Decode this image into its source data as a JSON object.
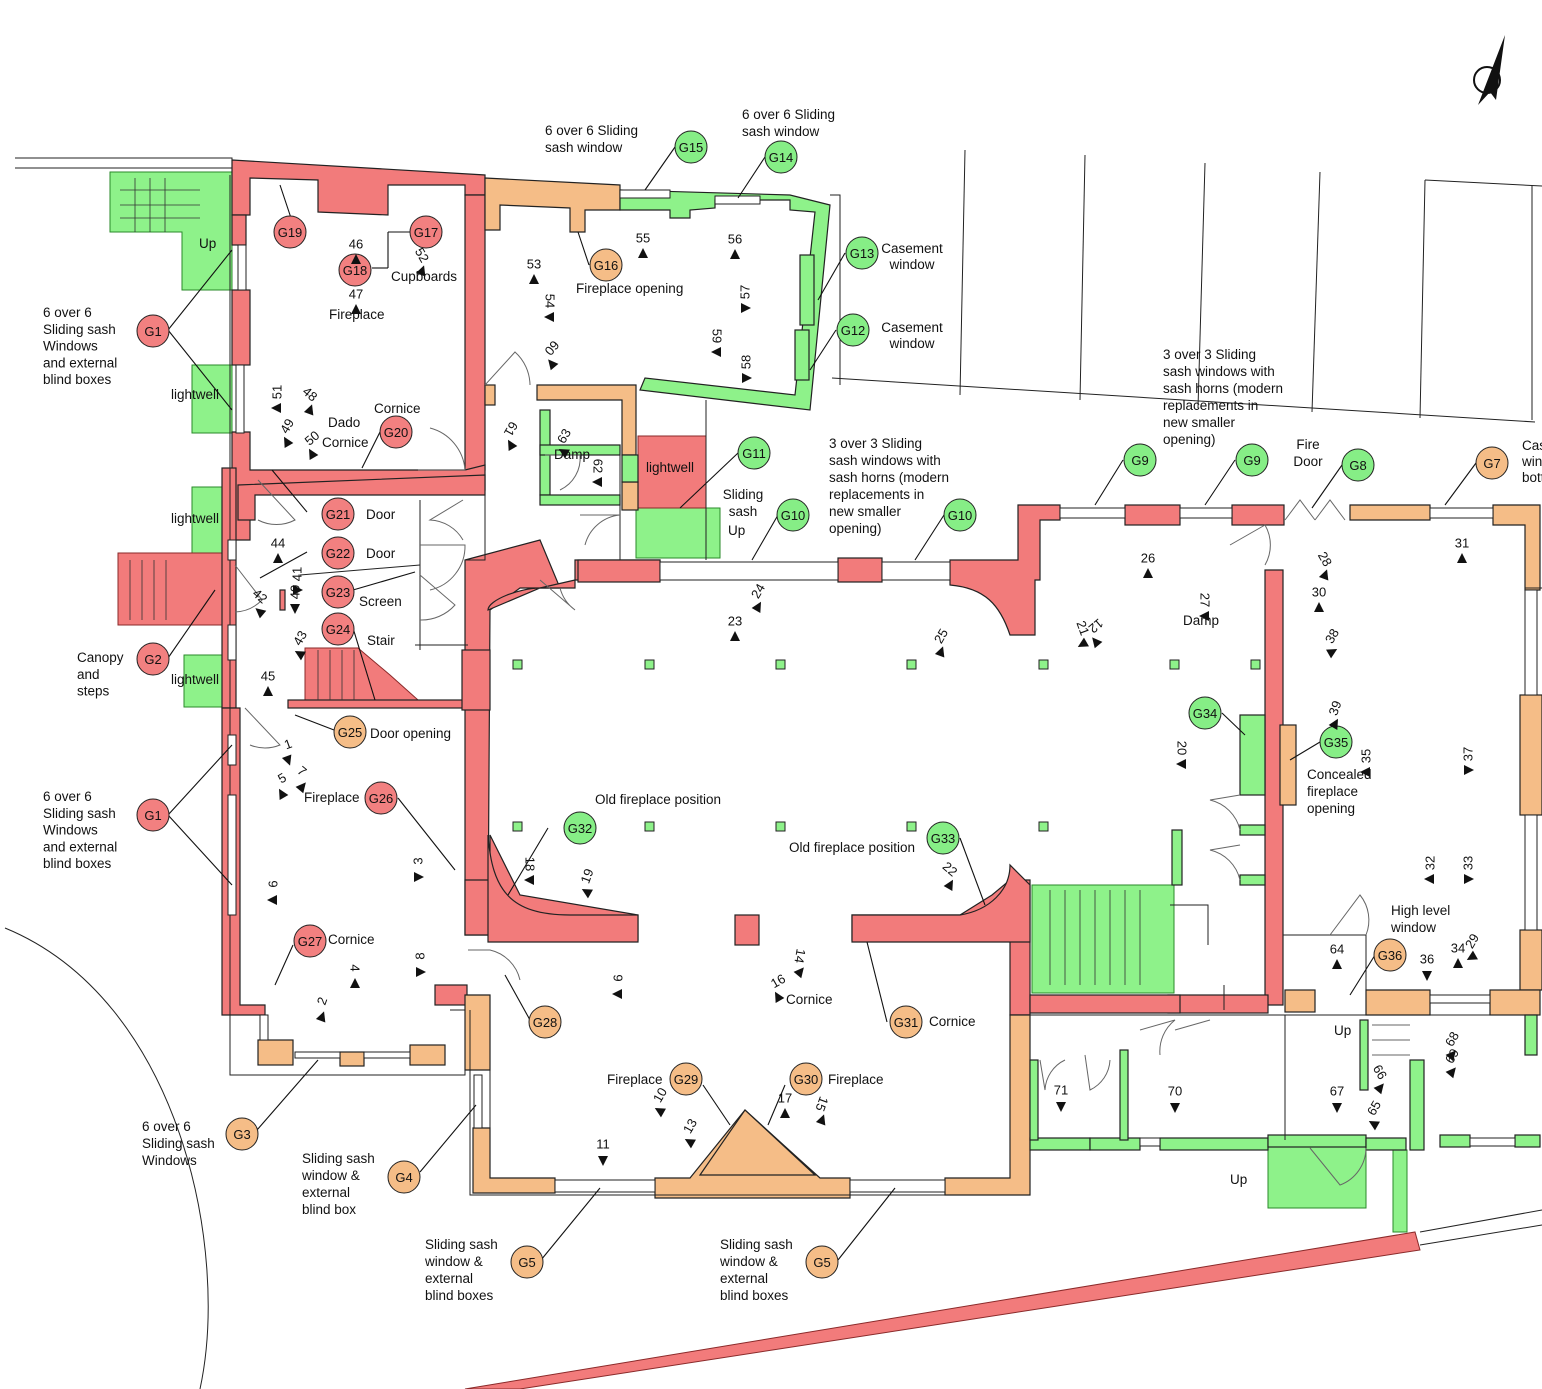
{
  "markers": [
    {
      "id": "G1",
      "text": "G1",
      "status": "red"
    },
    {
      "id": "G1b",
      "text": "G1",
      "status": "red"
    },
    {
      "id": "G2",
      "text": "G2",
      "status": "red"
    },
    {
      "id": "G3",
      "text": "G3",
      "status": "orange"
    },
    {
      "id": "G4",
      "text": "G4",
      "status": "orange"
    },
    {
      "id": "G5",
      "text": "G5",
      "status": "orange"
    },
    {
      "id": "G5b",
      "text": "G5",
      "status": "orange"
    },
    {
      "id": "G7",
      "text": "G7",
      "status": "orange"
    },
    {
      "id": "G8",
      "text": "G8",
      "status": "green"
    },
    {
      "id": "G9",
      "text": "G9",
      "status": "green"
    },
    {
      "id": "G9b",
      "text": "G9",
      "status": "green"
    },
    {
      "id": "G10",
      "text": "G10",
      "status": "green"
    },
    {
      "id": "G10b",
      "text": "G10",
      "status": "green"
    },
    {
      "id": "G11",
      "text": "G11",
      "status": "green"
    },
    {
      "id": "G12",
      "text": "G12",
      "status": "green"
    },
    {
      "id": "G13",
      "text": "G13",
      "status": "green"
    },
    {
      "id": "G14",
      "text": "G14",
      "status": "green"
    },
    {
      "id": "G15",
      "text": "G15",
      "status": "green"
    },
    {
      "id": "G16",
      "text": "G16",
      "status": "orange"
    },
    {
      "id": "G17",
      "text": "G17",
      "status": "red"
    },
    {
      "id": "G18",
      "text": "G18",
      "status": "red"
    },
    {
      "id": "G19",
      "text": "G19",
      "status": "red"
    },
    {
      "id": "G20",
      "text": "G20",
      "status": "red"
    },
    {
      "id": "G21",
      "text": "G21",
      "status": "red"
    },
    {
      "id": "G22",
      "text": "G22",
      "status": "red"
    },
    {
      "id": "G23",
      "text": "G23",
      "status": "red"
    },
    {
      "id": "G24",
      "text": "G24",
      "status": "red"
    },
    {
      "id": "G25",
      "text": "G25",
      "status": "orange"
    },
    {
      "id": "G26",
      "text": "G26",
      "status": "red"
    },
    {
      "id": "G27",
      "text": "G27",
      "status": "red"
    },
    {
      "id": "G28",
      "text": "G28",
      "status": "orange"
    },
    {
      "id": "G29",
      "text": "G29",
      "status": "orange"
    },
    {
      "id": "G30",
      "text": "G30",
      "status": "orange"
    },
    {
      "id": "G31",
      "text": "G31",
      "status": "orange"
    },
    {
      "id": "G32",
      "text": "G32",
      "status": "green"
    },
    {
      "id": "G33",
      "text": "G33",
      "status": "green"
    },
    {
      "id": "G34",
      "text": "G34",
      "status": "green"
    },
    {
      "id": "G35",
      "text": "G35",
      "status": "green"
    },
    {
      "id": "G36",
      "text": "G36",
      "status": "orange"
    }
  ],
  "labels": [
    {
      "id": "g1-top",
      "lines": [
        "6 over 6",
        "Sliding sash",
        "Windows",
        "and external",
        "blind boxes"
      ]
    },
    {
      "id": "g1-bottom",
      "lines": [
        "6 over 6",
        "Sliding sash",
        "Windows",
        "and external",
        "blind boxes"
      ]
    },
    {
      "id": "g2",
      "lines": [
        "Canopy",
        "and",
        "steps"
      ]
    },
    {
      "id": "g3",
      "lines": [
        "6 over 6",
        "Sliding sash",
        "Windows"
      ]
    },
    {
      "id": "g4",
      "lines": [
        "Sliding sash",
        "window &",
        "external",
        "blind box"
      ]
    },
    {
      "id": "g5-left",
      "lines": [
        "Sliding sash",
        "window &",
        "external",
        "blind boxes"
      ]
    },
    {
      "id": "g5-right",
      "lines": [
        "Sliding sash",
        "window &",
        "external",
        "blind boxes"
      ]
    },
    {
      "id": "g7",
      "lines": [
        "Cas",
        "win",
        "botto"
      ]
    },
    {
      "id": "g8",
      "lines": [
        "Fire",
        "Door"
      ]
    },
    {
      "id": "g9",
      "lines": [
        "3 over 3 Sliding",
        "sash windows with",
        "sash horns (modern",
        "replacements in",
        "new smaller",
        "opening)"
      ]
    },
    {
      "id": "g10",
      "lines": [
        "3 over 3 Sliding",
        "sash windows with",
        "sash horns (modern",
        "replacements in",
        "new smaller",
        "opening)"
      ]
    },
    {
      "id": "g11",
      "lines": [
        "Sliding",
        "sash"
      ]
    },
    {
      "id": "g12",
      "lines": [
        "Casement",
        "window"
      ]
    },
    {
      "id": "g13",
      "lines": [
        "Casement",
        "window"
      ]
    },
    {
      "id": "g14",
      "lines": [
        "6 over 6 Sliding",
        "sash window"
      ]
    },
    {
      "id": "g15",
      "lines": [
        "6 over 6 Sliding",
        "sash window"
      ]
    },
    {
      "id": "g16",
      "lines": [
        "Fireplace opening"
      ]
    },
    {
      "id": "g17",
      "lines": [
        "Cupboards"
      ]
    },
    {
      "id": "g18",
      "lines": [
        "Fireplace"
      ]
    },
    {
      "id": "g20-a",
      "lines": [
        "Cornice"
      ]
    },
    {
      "id": "g20-b",
      "lines": [
        "Dado"
      ]
    },
    {
      "id": "g20-c",
      "lines": [
        "Cornice"
      ]
    },
    {
      "id": "g21",
      "lines": [
        "Door"
      ]
    },
    {
      "id": "g22",
      "lines": [
        "Door"
      ]
    },
    {
      "id": "g23",
      "lines": [
        "Screen"
      ]
    },
    {
      "id": "g24",
      "lines": [
        "Stair"
      ]
    },
    {
      "id": "g25",
      "lines": [
        "Door opening"
      ]
    },
    {
      "id": "g26",
      "lines": [
        "Fireplace"
      ]
    },
    {
      "id": "g27",
      "lines": [
        "Cornice"
      ]
    },
    {
      "id": "g29",
      "lines": [
        "Fireplace"
      ]
    },
    {
      "id": "g30",
      "lines": [
        "Fireplace"
      ]
    },
    {
      "id": "g31",
      "lines": [
        "Cornice"
      ]
    },
    {
      "id": "g32",
      "lines": [
        "Old fireplace position"
      ]
    },
    {
      "id": "g33",
      "lines": [
        "Old fireplace position"
      ]
    },
    {
      "id": "g35",
      "lines": [
        "Concealed",
        "fireplace",
        "opening"
      ]
    },
    {
      "id": "g36",
      "lines": [
        "High level",
        "window"
      ]
    },
    {
      "id": "cornice-hall",
      "lines": [
        "Cornice"
      ]
    },
    {
      "id": "damp-1",
      "lines": [
        "Damp"
      ]
    },
    {
      "id": "damp-2",
      "lines": [
        "Damp"
      ]
    },
    {
      "id": "lightwell-1",
      "lines": [
        "lightwell"
      ]
    },
    {
      "id": "lightwell-2",
      "lines": [
        "lightwell"
      ]
    },
    {
      "id": "lightwell-3",
      "lines": [
        "lightwell"
      ]
    },
    {
      "id": "lightwell-4",
      "lines": [
        "lightwell"
      ]
    },
    {
      "id": "up-1",
      "lines": [
        "Up"
      ]
    },
    {
      "id": "up-2",
      "lines": [
        "Up"
      ]
    },
    {
      "id": "up-3",
      "lines": [
        "Up"
      ]
    },
    {
      "id": "up-4",
      "lines": [
        "Up"
      ]
    }
  ],
  "viewpoints": [
    "1",
    "2",
    "3",
    "4",
    "5",
    "6",
    "7",
    "8",
    "9",
    "10",
    "11",
    "12",
    "13",
    "14",
    "15",
    "16",
    "17",
    "18",
    "19",
    "20",
    "21",
    "22",
    "23",
    "24",
    "25",
    "26",
    "27",
    "28",
    "29",
    "30",
    "31",
    "32",
    "33",
    "34",
    "35",
    "36",
    "37",
    "38",
    "39",
    "40",
    "41",
    "42",
    "43",
    "44",
    "45",
    "46",
    "47",
    "48",
    "49",
    "50",
    "51",
    "52",
    "53",
    "54",
    "55",
    "56",
    "57",
    "58",
    "59",
    "60",
    "61",
    "62",
    "63",
    "64",
    "65",
    "66",
    "67",
    "68",
    "69",
    "70",
    "71"
  ],
  "colors": {
    "red": "#f27b7b",
    "orange": "#f5bd87",
    "green": "#8ef28a"
  }
}
